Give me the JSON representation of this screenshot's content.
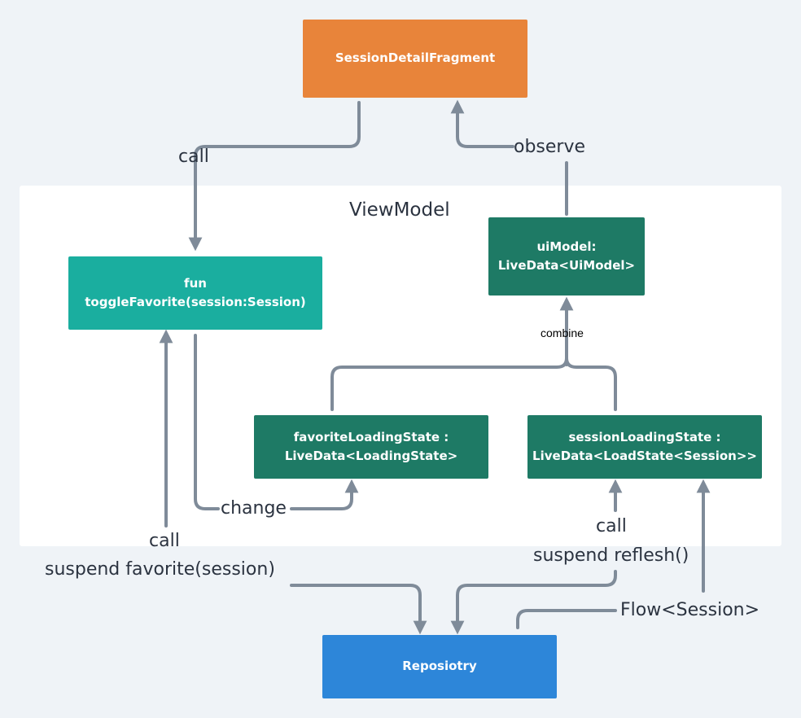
{
  "nodes": {
    "fragment": "SessionDetailFragment",
    "toggle": "fun toggleFavorite(session:Session)",
    "ui_model_line1": "uiModel:",
    "ui_model_line2": "LiveData<UiModel>",
    "favorite_state_line1": "favoriteLoadingState :",
    "favorite_state_line2": "LiveData<LoadingState>",
    "session_state_line1": "sessionLoadingState :",
    "session_state_line2": "LiveData<LoadState<Session>>",
    "repository": "Reposiotry"
  },
  "container": {
    "title": "ViewModel"
  },
  "edges": {
    "call_top": "call",
    "observe": "observe",
    "combine": "combine",
    "change": "change",
    "call_favorite": "call",
    "suspend_favorite": "suspend favorite(session)",
    "call_refresh": "call",
    "suspend_refresh": "suspend reflesh()",
    "flow": "Flow<Session>"
  },
  "colors": {
    "fragment": "#e8843a",
    "toggle": "#1aae9f",
    "live_data": "#1e7a65",
    "repository": "#2d86d9",
    "connector": "#7f8b99"
  }
}
